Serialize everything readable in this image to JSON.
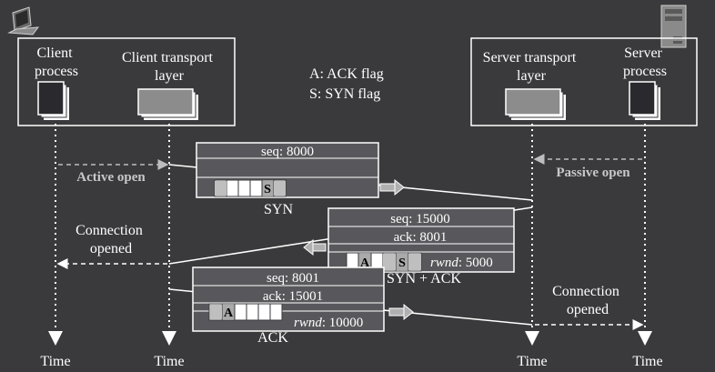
{
  "client": {
    "process_label": [
      "Client",
      "process"
    ],
    "transport_label": [
      "Client transport",
      "layer"
    ]
  },
  "server": {
    "transport_label": [
      "Server transport",
      "layer"
    ],
    "process_label": [
      "Server",
      "process"
    ]
  },
  "legend": {
    "ack": "A: ACK flag",
    "syn": "S: SYN flag"
  },
  "events": {
    "active_open": "Active open",
    "passive_open": "Passive open",
    "connection_opened_client": [
      "Connection",
      "opened"
    ],
    "connection_opened_server": [
      "Connection",
      "opened"
    ]
  },
  "segments": {
    "syn": {
      "seq": "seq: 8000",
      "flag": "S",
      "caption": "SYN"
    },
    "syn_ack": {
      "seq": "seq: 15000",
      "ack": "ack: 8001",
      "rwnd": "rwnd",
      "rwnd_value": ": 5000",
      "flag_a": "A",
      "flag_s": "S",
      "caption": "SYN + ACK"
    },
    "ack": {
      "seq": "seq: 8001",
      "ack": "ack: 15001",
      "rwnd": "rwnd",
      "rwnd_value": ": 10000",
      "flag_a": "A",
      "caption": "ACK"
    }
  },
  "timelines": [
    "Time",
    "Time",
    "Time",
    "Time"
  ],
  "icons": [
    "laptop-icon",
    "server-tower-icon"
  ],
  "colors": {
    "background": "#3a3a3c",
    "segment_fill": "#58585c",
    "dashed_arrow": "#c8c8c8"
  }
}
